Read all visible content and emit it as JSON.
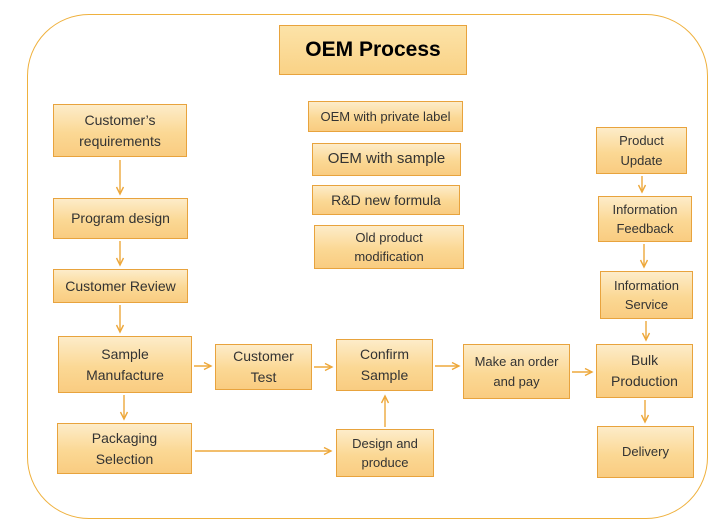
{
  "title": "OEM Process",
  "nodes": {
    "customer_requirements": {
      "label": "Customer’s requirements"
    },
    "program_design": {
      "label": "Program design"
    },
    "customer_review": {
      "label": "Customer Review"
    },
    "sample_manufacture": {
      "label": "Sample Manufacture"
    },
    "packaging_selection": {
      "label": "Packaging Selection"
    },
    "oem_private_label": {
      "label": "OEM with private label"
    },
    "oem_with_sample": {
      "label": "OEM with sample"
    },
    "rd_new_formula": {
      "label": "R&D new formula"
    },
    "old_product_modification": {
      "label": "Old product modification"
    },
    "customer_test": {
      "label": "Customer Test"
    },
    "confirm_sample": {
      "label": "Confirm Sample"
    },
    "make_order_pay": {
      "label": "Make an order and pay"
    },
    "design_produce": {
      "label": "Design and produce"
    },
    "product_update": {
      "label": "Product Update"
    },
    "information_feedback": {
      "label": "Information Feedback"
    },
    "information_service": {
      "label": "Information Service"
    },
    "bulk_production": {
      "label": "Bulk Production"
    },
    "delivery": {
      "label": "Delivery"
    }
  },
  "edges": [
    {
      "from": "customer_requirements",
      "to": "program_design"
    },
    {
      "from": "program_design",
      "to": "customer_review"
    },
    {
      "from": "customer_review",
      "to": "sample_manufacture"
    },
    {
      "from": "sample_manufacture",
      "to": "packaging_selection"
    },
    {
      "from": "sample_manufacture",
      "to": "customer_test"
    },
    {
      "from": "customer_test",
      "to": "confirm_sample"
    },
    {
      "from": "confirm_sample",
      "to": "make_order_pay"
    },
    {
      "from": "make_order_pay",
      "to": "bulk_production"
    },
    {
      "from": "packaging_selection",
      "to": "design_produce"
    },
    {
      "from": "design_produce",
      "to": "confirm_sample"
    },
    {
      "from": "product_update",
      "to": "information_feedback"
    },
    {
      "from": "information_feedback",
      "to": "information_service"
    },
    {
      "from": "information_service",
      "to": "bulk_production"
    },
    {
      "from": "bulk_production",
      "to": "delivery"
    }
  ],
  "colors": {
    "frame_border": "#EFB13E",
    "box_border": "#E8A33D",
    "box_fill_top": "#FDECC9",
    "box_fill_bottom": "#F9CC81",
    "arrow": "#EDA83B",
    "title_text": "#000000",
    "node_text": "#333333"
  }
}
